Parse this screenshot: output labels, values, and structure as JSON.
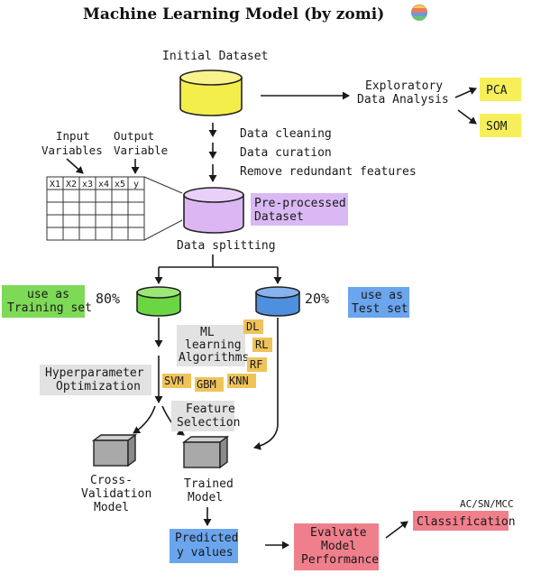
{
  "title": "Machine Learning Model (by zomi)",
  "nodes": {
    "initial_dataset": "Initial Dataset",
    "eda": [
      "Exploratory",
      "Data Analysis"
    ],
    "pca": "PCA",
    "som": "SOM",
    "cleaning_steps": [
      "Data cleaning",
      "Data curation",
      "Remove redundant features"
    ],
    "input_variables": [
      "Input",
      "Variables"
    ],
    "output_variable": [
      "Output",
      "Variable"
    ],
    "table_headers": [
      "X1",
      "X2",
      "x3",
      "x4",
      "x5",
      "y"
    ],
    "preprocessed": [
      "Pre-processed",
      "Dataset"
    ],
    "data_splitting": "Data splitting",
    "train_label": [
      "use as",
      "Training set"
    ],
    "train_pct": "80%",
    "test_pct": "20%",
    "test_label": [
      "use as",
      "Test set"
    ],
    "ml_algorithms": [
      "ML",
      "learning",
      "Algorithms"
    ],
    "algo_tags": [
      "DL",
      "RL",
      "RF",
      "SVM",
      "GBM",
      "KNN"
    ],
    "hyperparameter": [
      "Hyperparameter",
      "Optimization"
    ],
    "feature_selection": [
      "Feature",
      "Selection"
    ],
    "cross_validation": [
      "Cross-",
      "Validation",
      "Model"
    ],
    "trained_model": [
      "Trained",
      "Model"
    ],
    "predicted": [
      "Predicted",
      "y values"
    ],
    "evaluate": [
      "Evalvate",
      "Model",
      "Performance"
    ],
    "metrics": "AC/SN/MCC",
    "classification": "Classification"
  },
  "colors": {
    "yellow": "#f7ef5a",
    "purple": "#d9b8f3",
    "green": "#7ed957",
    "blue": "#6aa5ee",
    "red": "#f07f8c",
    "gray": "#e2e2e2",
    "orange": "#efc35a",
    "cylinder_yellow": "#f4ee4a",
    "cylinder_purple": "#dcb6f2",
    "cylinder_green": "#6bd642",
    "cylinder_blue": "#4f8fe0",
    "box_gray": "#a9a9a9"
  },
  "icons": [
    "globe-icon"
  ]
}
